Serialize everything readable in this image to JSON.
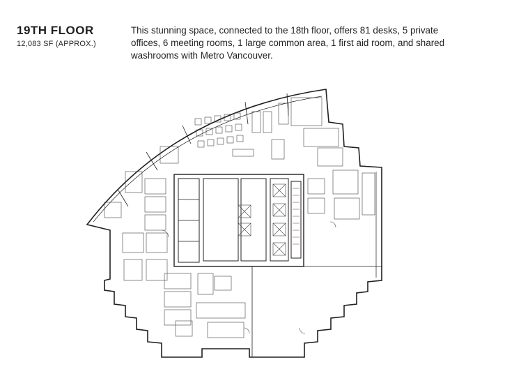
{
  "header": {
    "floor_title": "19TH FLOOR",
    "floor_area": "12,083 SF (APPROX.)",
    "description": "This stunning space, connected to the 18th floor, offers 81 desks, 5 private offices, 6 meeting rooms, 1 large common area, 1 first aid room, and shared washrooms with Metro Vancouver."
  }
}
